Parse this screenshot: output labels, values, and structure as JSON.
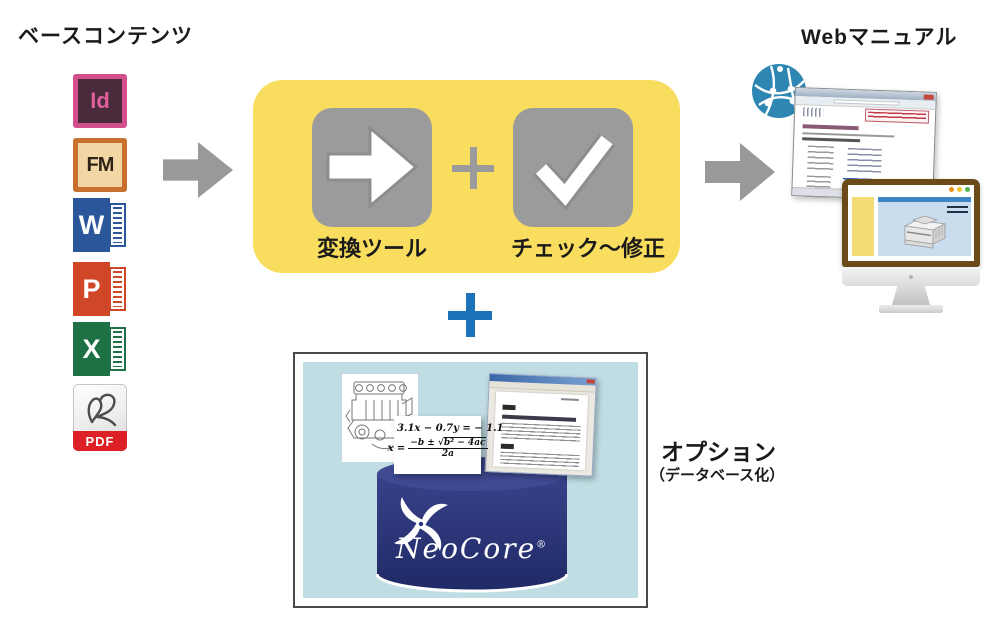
{
  "colors": {
    "yellow_panel": "#F9DD5E",
    "gray_icon": "#9B9B9B",
    "blue_plus": "#1B72B8",
    "option_panel_blue": "#BFDDE3",
    "database_navy": "#2A3478",
    "globe_teal": "#2E86B3",
    "monitor_bezel_brown": "#6A4B18",
    "pdf_red": "#DD2025",
    "word_blue": "#2B579A",
    "powerpoint_orange": "#D04727",
    "excel_green": "#1E7145",
    "indesign_pink": "#D4508D",
    "framemaker_orange": "#C8702E"
  },
  "base_content": {
    "title": "ベースコンテンツ",
    "icons": [
      {
        "name": "indesign",
        "label": "Id"
      },
      {
        "name": "framemaker",
        "label": "FM"
      },
      {
        "name": "word",
        "label": "W"
      },
      {
        "name": "powerpoint",
        "label": "P"
      },
      {
        "name": "excel",
        "label": "X"
      },
      {
        "name": "pdf",
        "label": "PDF"
      }
    ]
  },
  "process": {
    "convert_label": "変換ツール",
    "check_label": "チェック〜修正"
  },
  "web_manual": {
    "title": "Webマニュアル"
  },
  "option_box": {
    "title": "オプション",
    "subtitle": "（データベース化）",
    "equations": {
      "line1": "3.1x − 0.7y = − 1.1",
      "line2_lhs": "x =",
      "numerator_prefix": "−b ± ",
      "sqrt_symbol": "√",
      "radicand": "b² − 4ac",
      "denominator": "2a"
    },
    "database": {
      "brand": "NeoCore",
      "mark": "®"
    }
  }
}
